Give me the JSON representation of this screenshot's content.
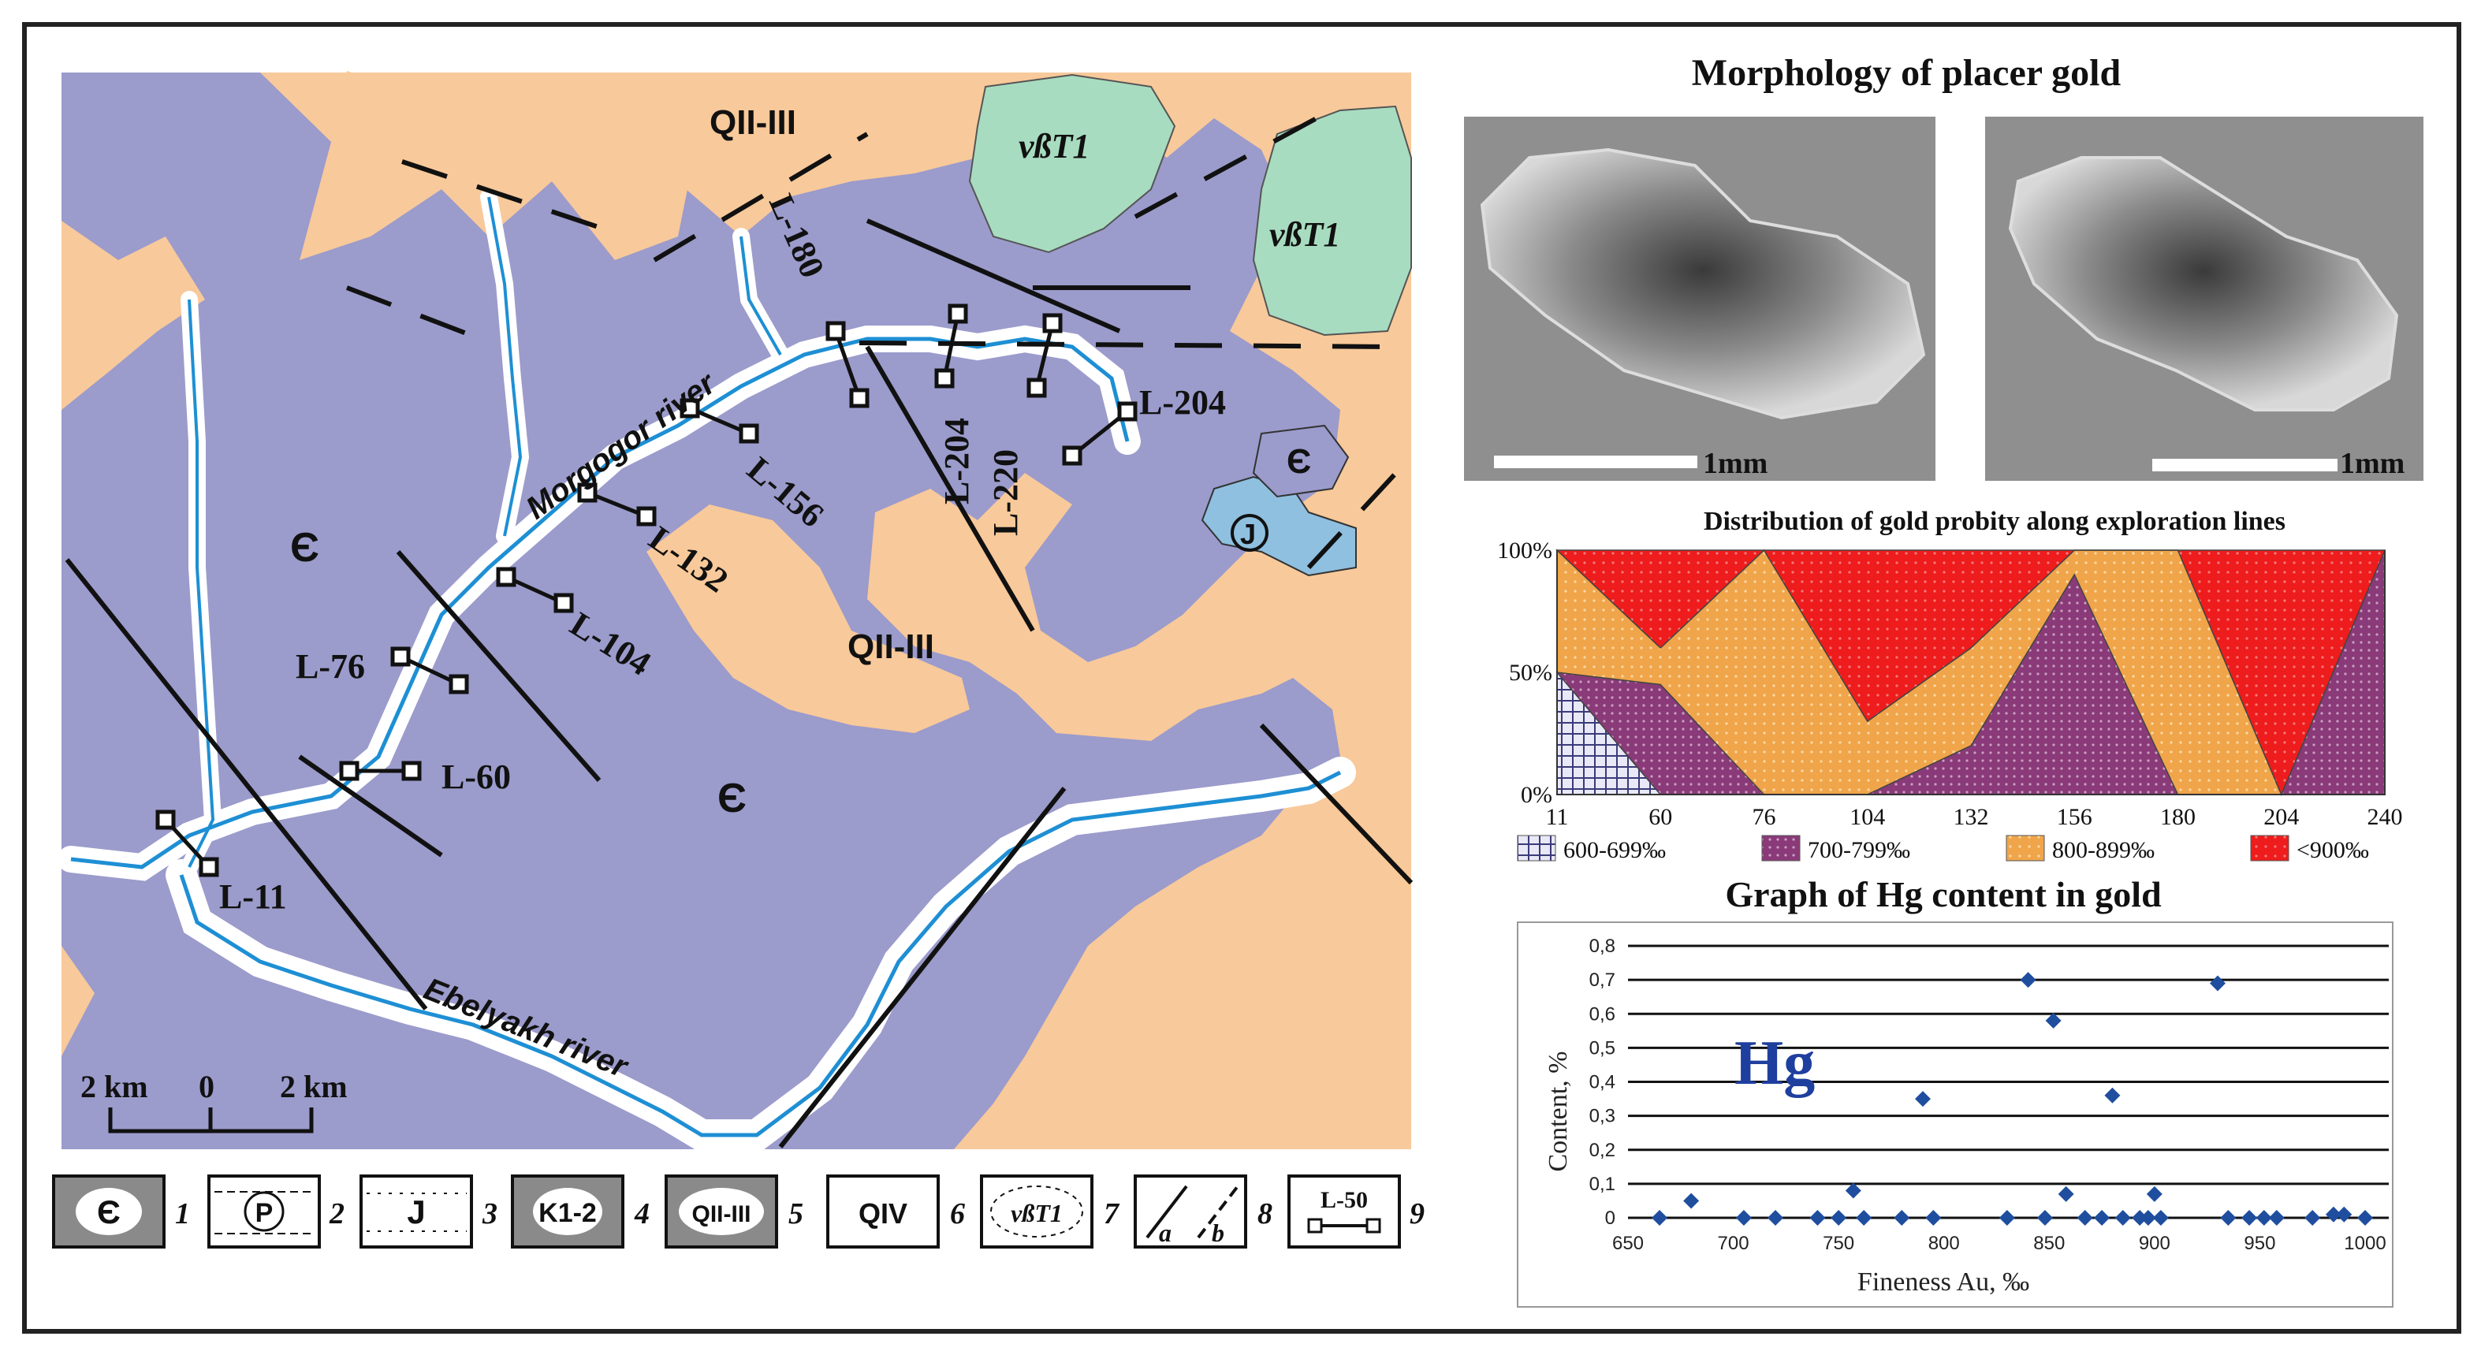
{
  "map": {
    "labels": {
      "q_top": "QII-III",
      "q_mid": "QII-III",
      "vbt_a": "νßT1",
      "vbt_b": "νßT1",
      "cam_w": "Є",
      "cam_s": "Є",
      "cam_e": "Є",
      "jur": "J",
      "river_morgogor": "Morgogor river",
      "river_ebelyakh": "Ebelyakh river"
    },
    "lines": [
      "L-180",
      "L-204",
      "L-220",
      "L-204",
      "L-156",
      "L-132",
      "L-104",
      "L-76",
      "L-60",
      "L-11"
    ],
    "scale": {
      "left": "2 km",
      "zero": "0",
      "right": "2 km"
    }
  },
  "legend": [
    {
      "symbol": "Є",
      "num": "1"
    },
    {
      "symbol": "P",
      "num": "2"
    },
    {
      "symbol": "J",
      "num": "3"
    },
    {
      "symbol": "K1-2",
      "num": "4"
    },
    {
      "symbol": "QII-III",
      "num": "5"
    },
    {
      "symbol": "QIV",
      "num": "6"
    },
    {
      "symbol": "νßT1",
      "num": "7"
    },
    {
      "symbol_a": "a",
      "symbol_b": "b",
      "num": "8"
    },
    {
      "symbol": "L-50",
      "num": "9"
    }
  ],
  "morphology": {
    "title": "Morphology of placer gold",
    "scale_a": "1mm",
    "scale_b": "1mm"
  },
  "colors": {
    "cambrian": "#9b9bcc",
    "quaternary": "#f8c99a",
    "basalt": "#a8dcc0",
    "jurassic": "#8fc0e0",
    "river": "#1e8fd4",
    "c600": "#c9c9ee",
    "c700": "#8a3a78",
    "c800": "#f0a54a",
    "c900": "#ee1c1c"
  },
  "chart_data": [
    {
      "type": "area",
      "title": "Distribution of gold probity along exploration lines",
      "x": [
        11,
        60,
        76,
        104,
        132,
        156,
        180,
        204,
        240
      ],
      "x_tick_labels": [
        "11",
        "60",
        "76",
        "104",
        "132",
        "156",
        "180",
        "204",
        "240"
      ],
      "y_tick_labels": [
        "0%",
        "50%",
        "100%"
      ],
      "ylim": [
        0,
        100
      ],
      "series": [
        {
          "name": "600-699‰",
          "values": [
            50,
            0,
            0,
            0,
            0,
            0,
            0,
            0,
            0
          ]
        },
        {
          "name": "700-799‰",
          "values": [
            0,
            45,
            0,
            0,
            20,
            90,
            0,
            0,
            100
          ]
        },
        {
          "name": "800-899‰",
          "values": [
            50,
            15,
            100,
            30,
            40,
            10,
            100,
            0,
            0
          ]
        },
        {
          "name": "<900‰",
          "values": [
            0,
            40,
            0,
            70,
            40,
            0,
            0,
            100,
            0
          ]
        }
      ]
    },
    {
      "type": "scatter",
      "title": "Graph of Hg content in gold",
      "xlabel": "Fineness Au, ‰",
      "ylabel": "Content, %",
      "annotation": "Hg",
      "xlim": [
        650,
        1000
      ],
      "ylim": [
        0,
        0.8
      ],
      "x_ticks": [
        650,
        700,
        750,
        800,
        850,
        900,
        950,
        1000
      ],
      "y_ticks": [
        0,
        0.1,
        0.2,
        0.3,
        0.4,
        0.5,
        0.6,
        0.7,
        0.8
      ],
      "x_tick_labels": [
        "650",
        "700",
        "750",
        "800",
        "850",
        "900",
        "950",
        "1000"
      ],
      "y_tick_labels": [
        "0",
        "0,1",
        "0,2",
        "0,3",
        "0,4",
        "0,5",
        "0,6",
        "0,7",
        "0,8"
      ],
      "points": [
        [
          665,
          0
        ],
        [
          680,
          0.05
        ],
        [
          705,
          0
        ],
        [
          720,
          0
        ],
        [
          740,
          0
        ],
        [
          750,
          0
        ],
        [
          757,
          0.08
        ],
        [
          762,
          0
        ],
        [
          780,
          0
        ],
        [
          790,
          0.35
        ],
        [
          795,
          0
        ],
        [
          830,
          0
        ],
        [
          840,
          0.7
        ],
        [
          848,
          0
        ],
        [
          852,
          0.58
        ],
        [
          858,
          0.07
        ],
        [
          867,
          0
        ],
        [
          875,
          0
        ],
        [
          880,
          0.36
        ],
        [
          885,
          0
        ],
        [
          893,
          0
        ],
        [
          897,
          0
        ],
        [
          900,
          0.07
        ],
        [
          903,
          0
        ],
        [
          930,
          0.69
        ],
        [
          935,
          0
        ],
        [
          945,
          0
        ],
        [
          952,
          0
        ],
        [
          958,
          0
        ],
        [
          975,
          0
        ],
        [
          985,
          0.01
        ],
        [
          990,
          0.01
        ],
        [
          1000,
          0
        ]
      ]
    }
  ]
}
